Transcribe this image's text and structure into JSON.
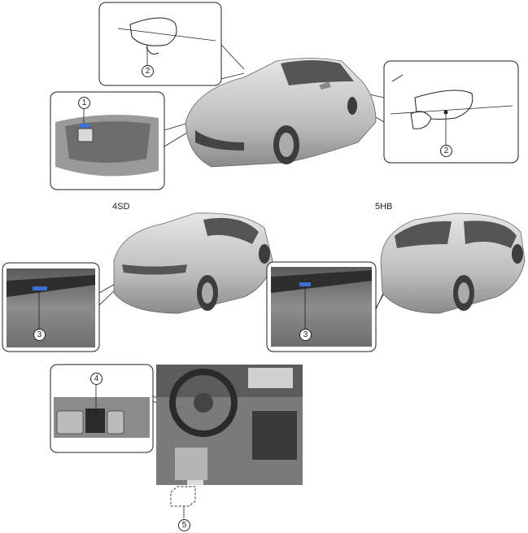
{
  "variants": {
    "sedan": "4SD",
    "hatchback": "5HB"
  },
  "callouts": {
    "front_camera": "1",
    "left_mirror_camera": "2",
    "right_mirror_camera": "2",
    "rear_camera_sedan": "3",
    "rear_camera_hatch": "3",
    "view_switch": "4",
    "control_module": "5"
  },
  "colors": {
    "car_body": "#c8c8c8",
    "highlight": "#3a6fd8",
    "frame": "#333333"
  }
}
